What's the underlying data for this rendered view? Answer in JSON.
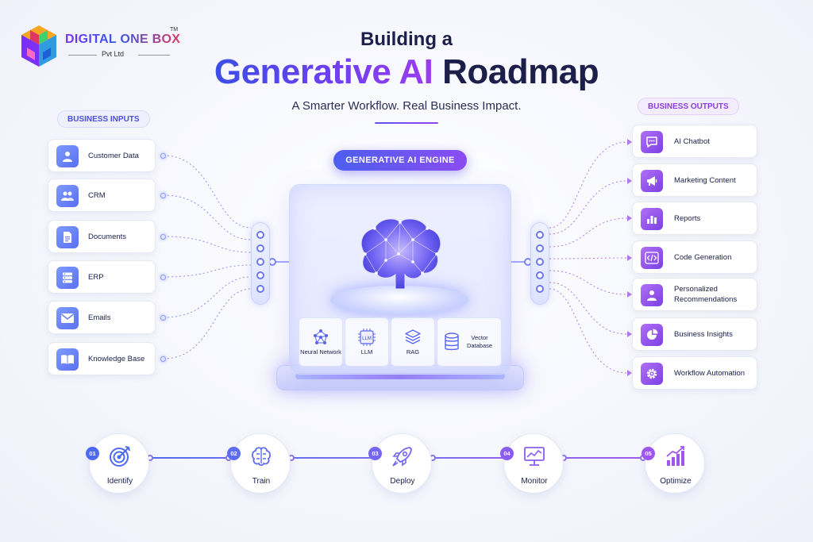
{
  "logo": {
    "name": "DIGITAL ONE BOX",
    "tm": "TM",
    "subtitle": "Pvt Ltd"
  },
  "header": {
    "line1": "Building a",
    "title_highlight": "Generative AI",
    "title_rest": "Roadmap",
    "subtitle": "A Smarter Workflow. Real Business Impact."
  },
  "inputs": {
    "label": "BUSINESS INPUTS",
    "items": [
      {
        "label": "Customer Data",
        "icon": "user-icon"
      },
      {
        "label": "CRM",
        "icon": "users-icon"
      },
      {
        "label": "Documents",
        "icon": "document-icon"
      },
      {
        "label": "ERP",
        "icon": "server-icon"
      },
      {
        "label": "Emails",
        "icon": "mail-icon"
      },
      {
        "label": "Knowledge Base",
        "icon": "book-icon"
      }
    ]
  },
  "engine": {
    "label": "GENERATIVE AI ENGINE",
    "modules": [
      {
        "label": "Neural Network",
        "icon": "neural-network-icon"
      },
      {
        "label": "LLM",
        "icon": "chip-icon",
        "chip_text": "LLM"
      },
      {
        "label": "RAG",
        "icon": "layers-icon"
      },
      {
        "label": "Vector Database",
        "icon": "database-icon"
      }
    ]
  },
  "outputs": {
    "label": "BUSINESS OUTPUTS",
    "items": [
      {
        "label": "AI Chatbot",
        "icon": "chat-icon"
      },
      {
        "label": "Marketing Content",
        "icon": "megaphone-icon"
      },
      {
        "label": "Reports",
        "icon": "bar-chart-icon"
      },
      {
        "label": "Code Generation",
        "icon": "code-icon"
      },
      {
        "label": "Personalized Recommendations",
        "icon": "user-icon"
      },
      {
        "label": "Business Insights",
        "icon": "pie-chart-icon"
      },
      {
        "label": "Workflow Automation",
        "icon": "gear-icon"
      }
    ]
  },
  "steps": [
    {
      "num": "01",
      "label": "Identify",
      "icon": "target-icon"
    },
    {
      "num": "02",
      "label": "Train",
      "icon": "brain-icon"
    },
    {
      "num": "03",
      "label": "Deploy",
      "icon": "rocket-icon"
    },
    {
      "num": "04",
      "label": "Monitor",
      "icon": "monitor-icon"
    },
    {
      "num": "05",
      "label": "Optimize",
      "icon": "growth-chart-icon"
    }
  ],
  "colors": {
    "blue": "#4d5ff0",
    "purple": "#8a4cf2",
    "dark": "#1b1f4a"
  }
}
